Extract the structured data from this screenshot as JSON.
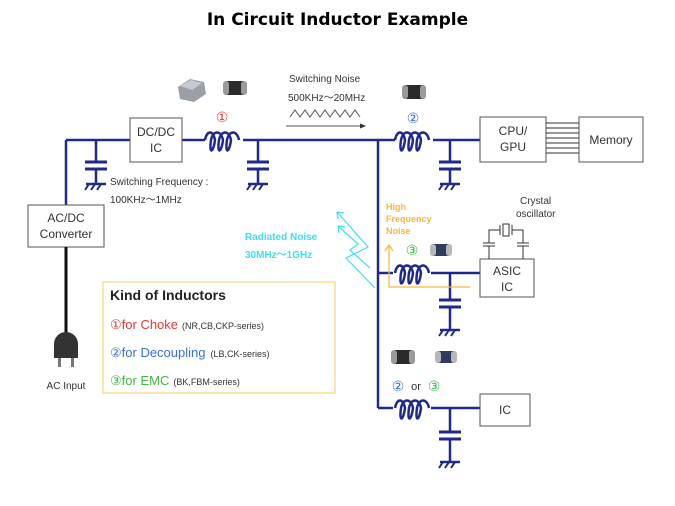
{
  "title": "In Circuit Inductor Example",
  "colors": {
    "wire": "#1f2a8a",
    "choke": "#e53935",
    "decoupling": "#3b6fd8",
    "emc": "#3cb843",
    "radiated": "#3de0ef",
    "high_freq": "#f5b942",
    "legend_border": "#f6d57a"
  },
  "blocks": {
    "dcdc": [
      "DC/DC",
      "IC"
    ],
    "acdc": [
      "AC/DC",
      "Converter"
    ],
    "cpu": [
      "CPU/",
      "GPU"
    ],
    "memory": "Memory",
    "asic": [
      "ASIC",
      "IC"
    ],
    "ic": "IC"
  },
  "labels": {
    "switching_noise": "Switching Noise",
    "switching_noise_range": "500KHz～20MHz",
    "switching_freq": "Switching Frequency :",
    "switching_freq_range": "100KHz～1MHz",
    "radiated_noise": "Radiated Noise",
    "radiated_range": "30MHz～1GHz",
    "high_freq": [
      "High",
      "Frequency",
      "Noise"
    ],
    "crystal": [
      "Crystal",
      "oscillator"
    ],
    "ac_input": "AC Input",
    "or": "or"
  },
  "markers": {
    "one": "①",
    "two": "②",
    "three": "③"
  },
  "legend": {
    "title": "Kind of Inductors",
    "items": [
      {
        "marker": "①",
        "label": "for Choke",
        "series": "(NR,CB,CKP-series)",
        "color_key": "choke"
      },
      {
        "marker": "②",
        "label": "for Decoupling",
        "series": "(LB,CK-series)",
        "color_key": "decoupling"
      },
      {
        "marker": "③",
        "label": "for EMC",
        "series": "(BK,FBM-series)",
        "color_key": "emc"
      }
    ]
  }
}
